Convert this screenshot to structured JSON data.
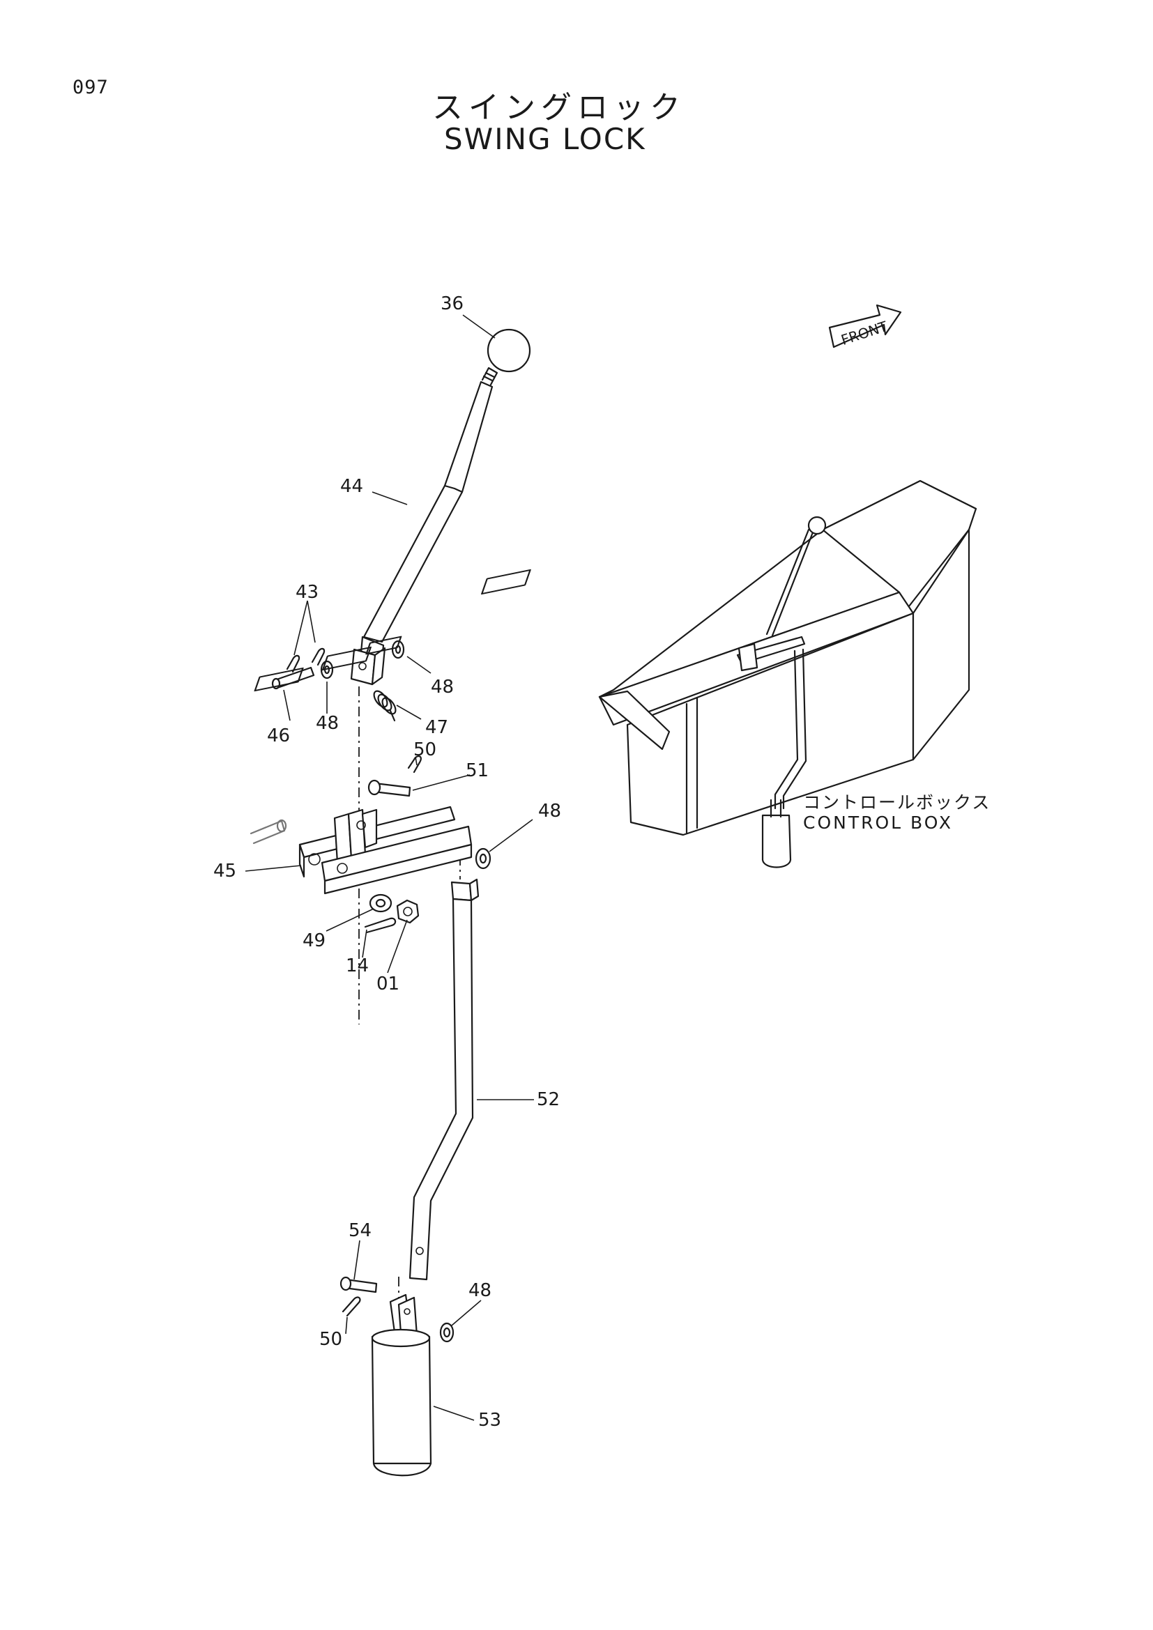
{
  "page": {
    "number": "097"
  },
  "title": {
    "japanese": "スイングロック",
    "english": "SWING LOCK"
  },
  "front_arrow": {
    "label": "FRONT"
  },
  "control_box": {
    "japanese": "コントロールボックス",
    "english": "CONTROL BOX"
  },
  "callouts": [
    {
      "label": "36"
    },
    {
      "label": "44"
    },
    {
      "label": "43"
    },
    {
      "label": "48"
    },
    {
      "label": "48"
    },
    {
      "label": "47"
    },
    {
      "label": "46"
    },
    {
      "label": "50"
    },
    {
      "label": "51"
    },
    {
      "label": "48"
    },
    {
      "label": "45"
    },
    {
      "label": "49"
    },
    {
      "label": "14"
    },
    {
      "label": "01"
    },
    {
      "label": "52"
    },
    {
      "label": "54"
    },
    {
      "label": "48"
    },
    {
      "label": "50"
    },
    {
      "label": "53"
    }
  ]
}
